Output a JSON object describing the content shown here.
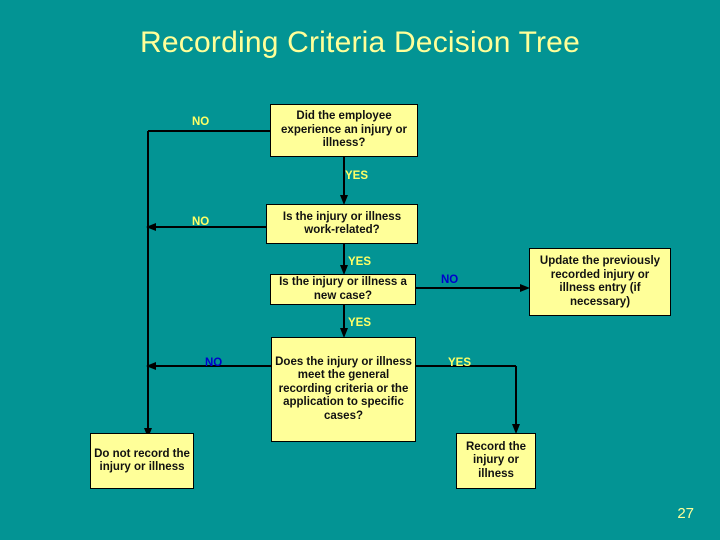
{
  "title": "Recording Criteria Decision Tree",
  "slide_number": "27",
  "colors": {
    "background": "#039494",
    "node_fill": "#ffff99",
    "node_border": "#000000",
    "title_color": "#ffff99",
    "label_yellow": "#ffff66",
    "label_blue": "#0000cc"
  },
  "nodes": [
    {
      "id": "q1",
      "text": "Did the employee experience an injury or illness?"
    },
    {
      "id": "q2",
      "text": "Is the injury or illness work-related?"
    },
    {
      "id": "q3",
      "text": "Is the injury or illness a new case?"
    },
    {
      "id": "q4",
      "text": "Does the injury or illness meet the general recording criteria or the application to specific cases?"
    },
    {
      "id": "update",
      "text": "Update the previously recorded injury or illness entry (if necessary)"
    },
    {
      "id": "norecord",
      "text": "Do not record the injury or illness"
    },
    {
      "id": "record",
      "text": "Record the injury or illness"
    }
  ],
  "edge_labels": [
    {
      "id": "no1",
      "text": "NO"
    },
    {
      "id": "yes1",
      "text": "YES"
    },
    {
      "id": "no2",
      "text": "NO"
    },
    {
      "id": "yes2",
      "text": "YES"
    },
    {
      "id": "yes3",
      "text": "YES"
    },
    {
      "id": "no3",
      "text": "NO"
    },
    {
      "id": "no4",
      "text": "NO"
    },
    {
      "id": "yes4",
      "text": "YES"
    }
  ]
}
